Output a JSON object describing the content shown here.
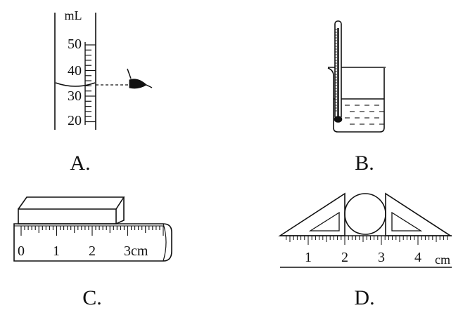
{
  "panels": {
    "a": {
      "option_label": "A.",
      "unit": "mL",
      "scale_labels": [
        "50",
        "40",
        "30",
        "20"
      ]
    },
    "b": {
      "option_label": "B."
    },
    "c": {
      "option_label": "C.",
      "scale_labels": [
        "0",
        "1",
        "2",
        "3cm"
      ]
    },
    "d": {
      "option_label": "D.",
      "scale_labels": [
        "1",
        "2",
        "3",
        "4"
      ],
      "unit": "cm"
    }
  },
  "colors": {
    "ink": "#111111",
    "background": "#ffffff"
  }
}
